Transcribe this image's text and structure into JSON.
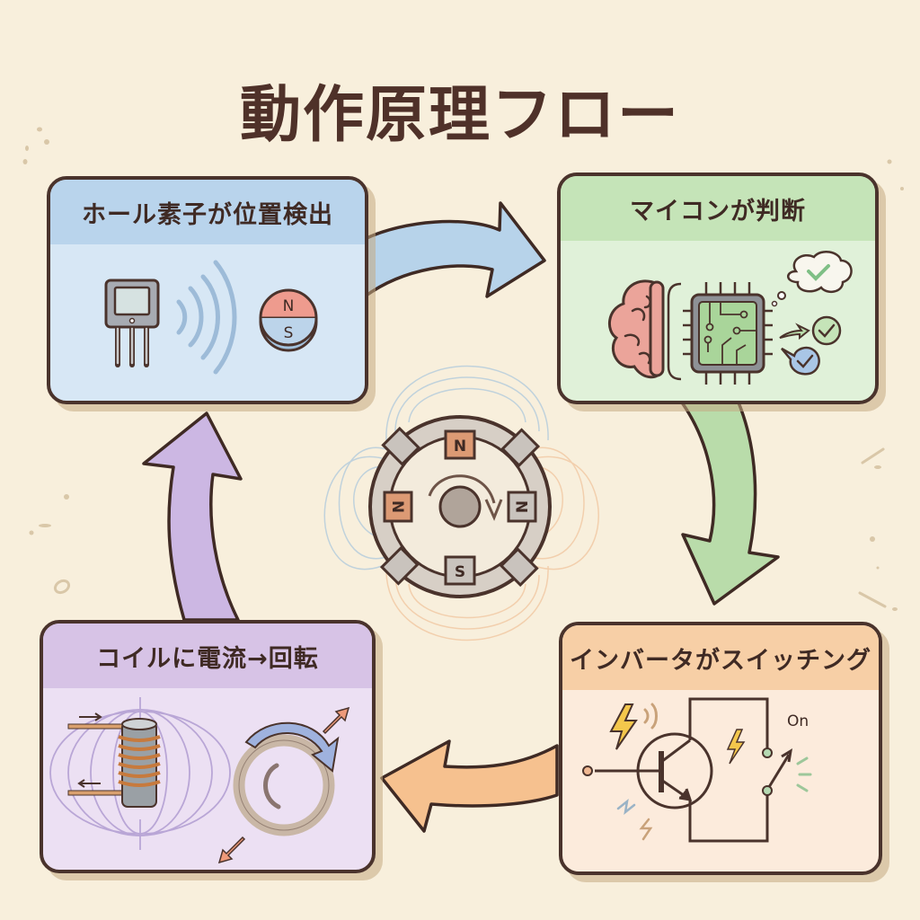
{
  "title": "動作原理フロー",
  "colors": {
    "background": "#f8efdc",
    "outline": "#4a332c",
    "step1": "#b9d4ec",
    "step2": "#c5e4b8",
    "step3": "#f7cfa6",
    "step4": "#d7c3e6"
  },
  "steps": [
    {
      "label": "ホール素子が位置検出",
      "icons": [
        "hall-sensor-icon",
        "signal-waves-icon",
        "magnet-icon"
      ],
      "magnet": {
        "north": "N",
        "south": "S"
      }
    },
    {
      "label": "マイコンが判断",
      "icons": [
        "brain-icon",
        "microchip-icon",
        "check-thought-icon",
        "check-circle-icon",
        "check-bubble-icon"
      ]
    },
    {
      "label": "インバータがスイッチング",
      "icons": [
        "lightning-icon",
        "transistor-icon",
        "switch-icon"
      ],
      "switch_state": "On"
    },
    {
      "label": "コイルに電流→回転",
      "icons": [
        "coil-icon",
        "rotation-icon",
        "force-arrow-icon"
      ]
    }
  ],
  "center_motor": {
    "poles": {
      "top": "N",
      "left": "N",
      "right": "N",
      "bottom": "S"
    }
  },
  "flow": [
    "step1-to-step2",
    "step2-to-step3",
    "step3-to-step4",
    "step4-to-step1"
  ]
}
